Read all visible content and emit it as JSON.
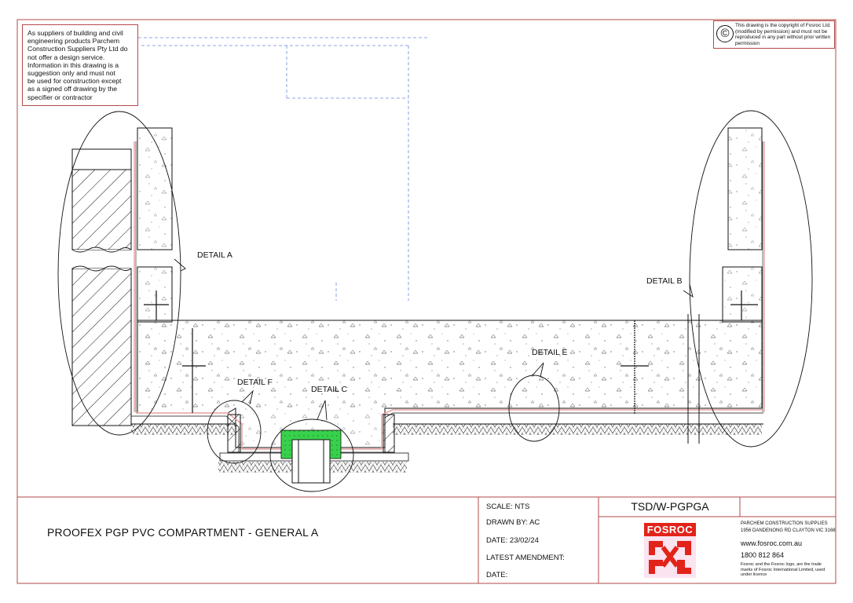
{
  "disclaimer": {
    "text": "As suppliers of building and civil\nengineering products Parchem\nConstruction Suppliers Pty Ltd do\nnot offer a design service.\nInformation in this drawing is a\nsuggestion only and must not\nbe used for construction except\nas a signed off drawing by the\nspecifier or contractor"
  },
  "copyright": {
    "symbol": "©",
    "text": "This drawing is the copyright of Fosroc Ltd. (modified by permission) and must not be reproduced in any part without prior written permission"
  },
  "details": {
    "a": "DETAIL A",
    "b": "DETAIL B",
    "c": "DETAIL C",
    "e": "DETAIL E",
    "f": "DETAIL F"
  },
  "title_block": {
    "title": "PROOFEX PGP PVC COMPARTMENT - GENERAL A",
    "scale": "SCALE: NTS",
    "drawn_by": "DRAWN BY: AC",
    "date": "DATE: 23/02/24",
    "latest_amendment": "LATEST AMENDMENT:",
    "amendment_date": "DATE:",
    "drawing_number": "TSD/W-PGPGA",
    "company_name": "PARCHEM CONSTRUCTION SUPPLIES",
    "company_address": "1956 DANDENONG RD CLAYTON VIC 3168",
    "website": "www.fosroc.com.au",
    "phone": "1800 812 864",
    "trademark": "Fosroc and the Fosroc logo, are the trade marks of Fosroc International Limited, used under licence",
    "logo_word": "FOSROC"
  },
  "colors": {
    "frame": "#b34a4a",
    "membrane": "#e8a0a0",
    "waterbar": "#38d14c",
    "brand_red": "#e2231a",
    "guide_blue": "#6a8ad8"
  }
}
